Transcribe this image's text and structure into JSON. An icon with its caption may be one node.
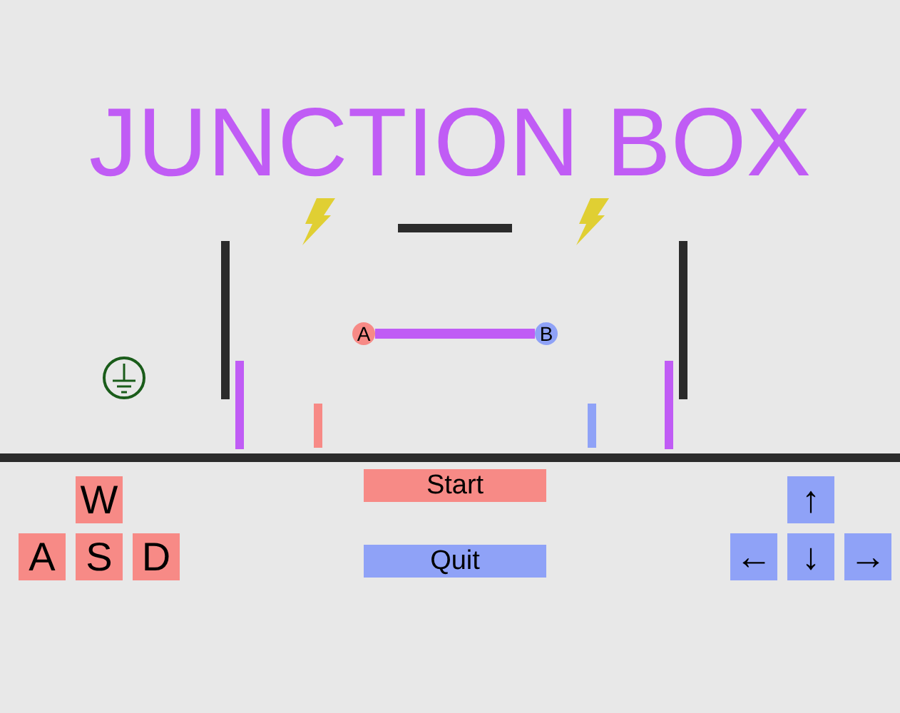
{
  "diagram": {
    "title": "JUNCTION BOX",
    "nodes": [
      {
        "text": [
          "A"
        ]
      },
      {
        "text": [
          "B"
        ]
      },
      {
        "text": [
          "W"
        ]
      },
      {
        "text": [
          "A"
        ]
      },
      {
        "text": [
          "S"
        ]
      },
      {
        "text": [
          "D"
        ]
      },
      {
        "text": [
          "Start"
        ]
      },
      {
        "text": [
          "Quit"
        ]
      },
      {
        "text": [
          "↑"
        ]
      },
      {
        "text": [
          "←"
        ]
      },
      {
        "text": [
          "↓"
        ]
      },
      {
        "text": [
          "→"
        ]
      }
    ],
    "edges": [
      {
        "from": 0,
        "to": 1,
        "arrow": "none"
      }
    ]
  }
}
